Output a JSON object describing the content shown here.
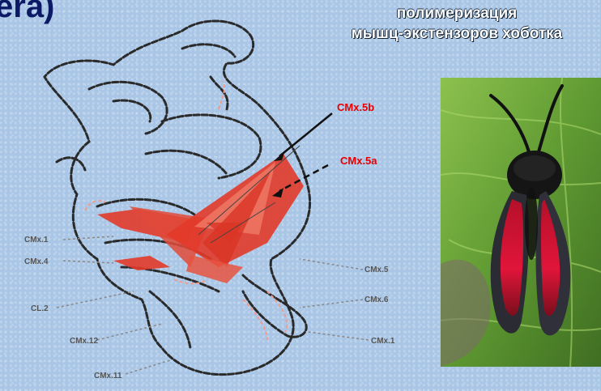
{
  "header": {
    "title_fragment": "era)",
    "caption_line1": "полимеризация",
    "caption_line2": "мышц-экстензоров хоботка"
  },
  "diagram": {
    "labels_red": [
      "CMx.5b",
      "CMx.5a"
    ],
    "labels_gray": [
      "CMx.1",
      "CMx.4",
      "CL.2",
      "CMx.12",
      "CMx.11",
      "CMx.5",
      "CMx.6",
      "CMx.1"
    ],
    "colors": {
      "muscle": "#e23a2a",
      "outline": "#2a2a2a",
      "arrow": "#111111"
    }
  },
  "photo": {
    "subject": "moth-photo",
    "colors": {
      "leaf": "#6aa23a",
      "wing": "#c8102e",
      "body": "#111111"
    }
  }
}
